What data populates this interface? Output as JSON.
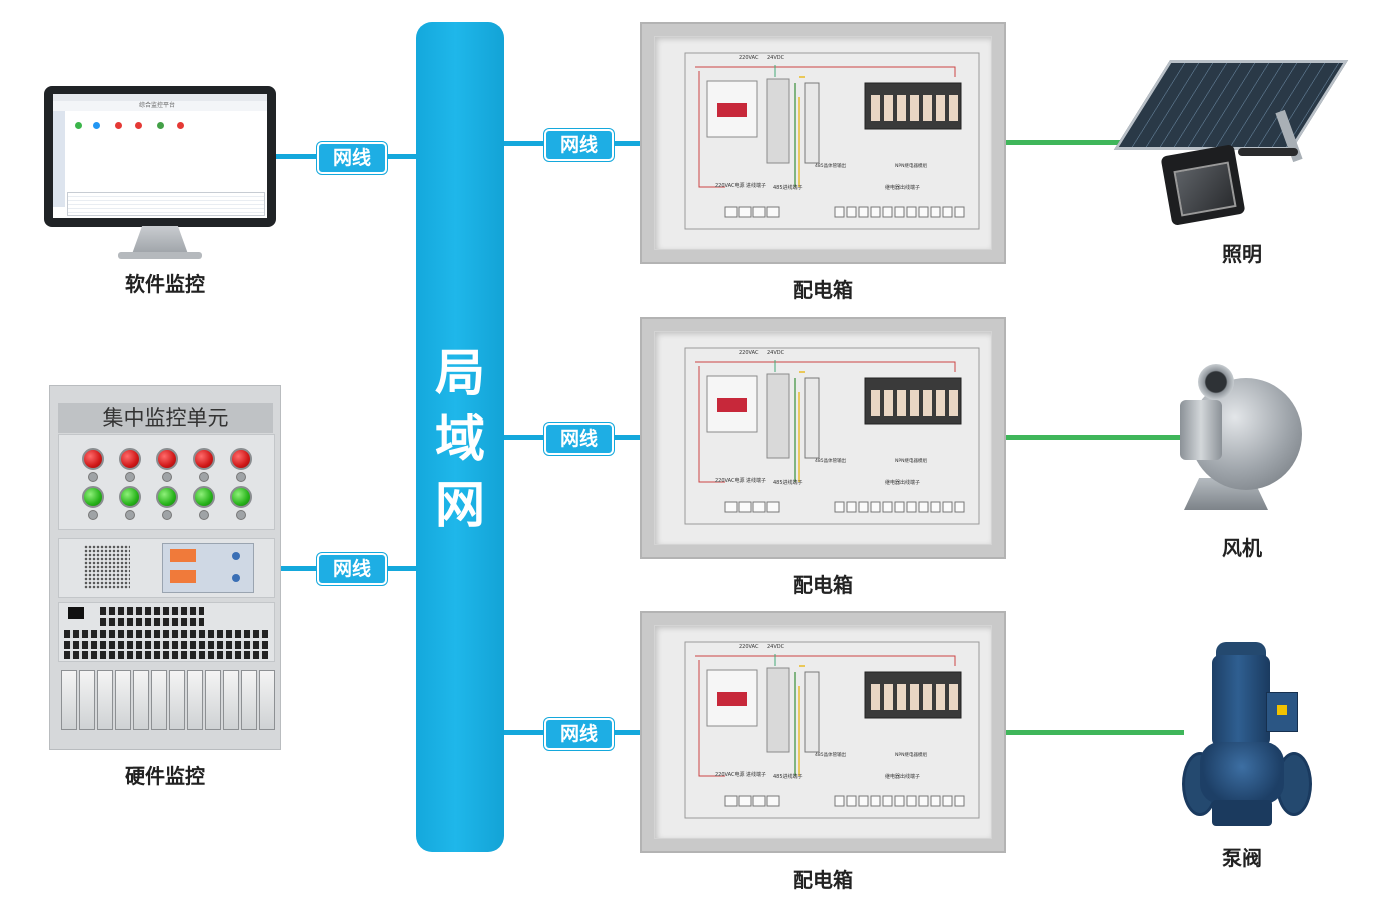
{
  "lan": {
    "label_chars": [
      "局",
      "域",
      "网"
    ]
  },
  "cable_label": "网线",
  "sources": {
    "software": {
      "caption": "软件监控",
      "screen_title": "综合监控平台"
    },
    "hardware": {
      "caption": "硬件监控",
      "panel_title": "集中监控单元"
    }
  },
  "distribution_boxes": [
    {
      "caption": "配电箱"
    },
    {
      "caption": "配电箱"
    },
    {
      "caption": "配电箱"
    }
  ],
  "box_labels": {
    "ac_supply": "220VAC",
    "dc_supply": "24VDC",
    "ac_terminal": "220VAC电源\n进线端子",
    "rs485_terminal": "485进线端子",
    "rs485_output": "485晶体管输出",
    "relay_module": "NPN继电器模组",
    "relay_terminal": "继电器出线端子"
  },
  "devices": [
    {
      "caption": "照明",
      "icon": "solar-floodlight-icon"
    },
    {
      "caption": "风机",
      "icon": "blower-fan-icon"
    },
    {
      "caption": "泵阀",
      "icon": "water-pump-icon"
    }
  ],
  "colors": {
    "lan_blue": "#1fb7ea",
    "cable_green": "#3fb65a",
    "lamp_red": "#d01818",
    "lamp_green": "#27b31a"
  }
}
